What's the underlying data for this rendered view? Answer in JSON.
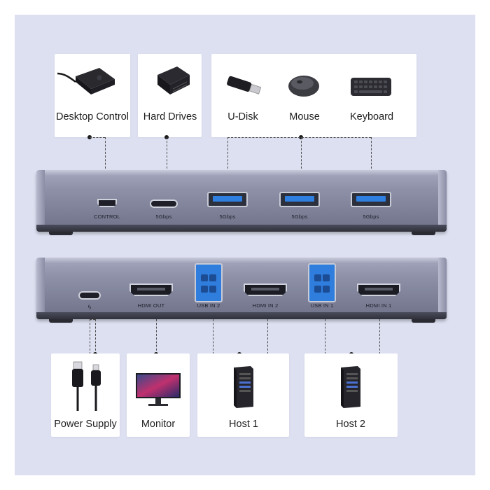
{
  "top_devices": {
    "desktop_control": "Desktop Control",
    "hard_drives": "Hard Drives",
    "u_disk": "U-Disk",
    "mouse": "Mouse",
    "keyboard": "Keyboard"
  },
  "front_ports": {
    "control": "CONTROL",
    "usbc_speed": "5Gbps",
    "usb1_speed": "5Gbps",
    "usb2_speed": "5Gbps",
    "usb3_speed": "5Gbps"
  },
  "back_ports": {
    "power_symbol": "ϟ",
    "hdmi_out": "HDMI OUT",
    "usb_in_2": "USB IN 2",
    "hdmi_in_2": "HDMI IN 2",
    "usb_in_1": "USB IN 1",
    "hdmi_in_1": "HDMI IN 1"
  },
  "bottom_devices": {
    "power_supply": "Power Supply",
    "monitor": "Monitor",
    "host1": "Host 1",
    "host2": "Host 2"
  }
}
